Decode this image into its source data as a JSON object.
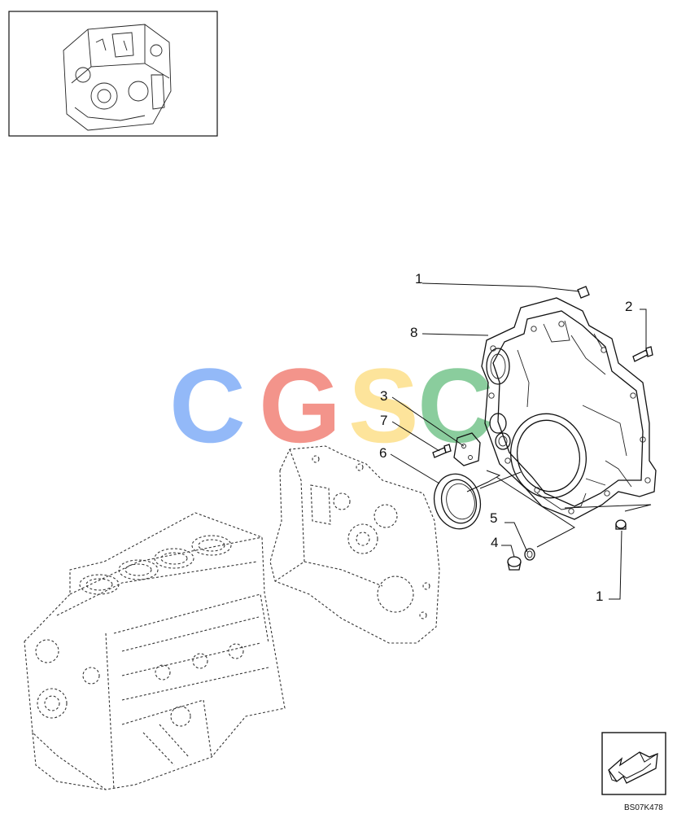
{
  "callouts": [
    {
      "id": "c1a",
      "text": "1"
    },
    {
      "id": "c2",
      "text": "2"
    },
    {
      "id": "c8",
      "text": "8"
    },
    {
      "id": "c3",
      "text": "3"
    },
    {
      "id": "c7",
      "text": "7"
    },
    {
      "id": "c6",
      "text": "6"
    },
    {
      "id": "c5",
      "text": "5"
    },
    {
      "id": "c4",
      "text": "4"
    },
    {
      "id": "c1b",
      "text": "1"
    }
  ],
  "drawing_code": "BS07K478",
  "watermark": {
    "letters": [
      "C",
      "G",
      "S",
      "C"
    ],
    "colors": [
      "#8ab4f8",
      "#f28b82",
      "#fde293",
      "#81c995"
    ]
  },
  "icons": {
    "thumbnail": "engine-thumbnail-icon",
    "direction": "front-direction-arrow-icon"
  }
}
